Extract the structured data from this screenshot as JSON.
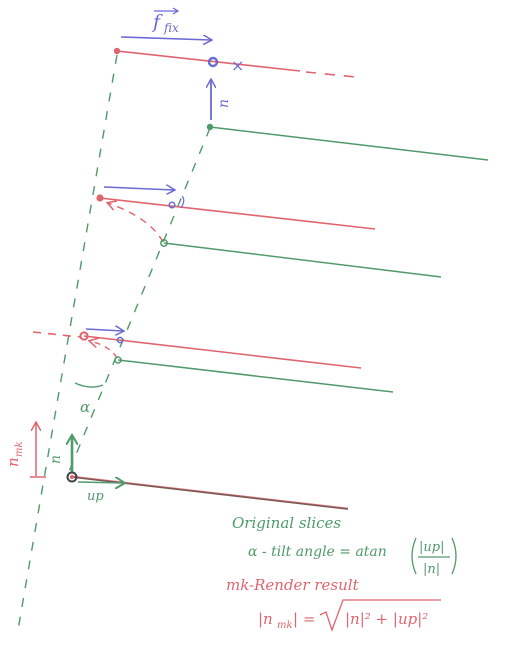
{
  "colors": {
    "red": "#e0646e",
    "green": "#4f9a6a",
    "blue": "#6a6ad6",
    "dark": "#444444",
    "background": "#ffffff"
  },
  "labels": {
    "f_fix": "f",
    "f_fix_sub": "fix",
    "n": "n",
    "n_mk": "n",
    "n_mk_sub": "mk",
    "up": "up",
    "alpha": "α",
    "cross": "×"
  },
  "notes": {
    "line1": "Original slices",
    "line2": "α - tilt angle = atan",
    "frac_num": "|up|",
    "frac_den": "|n|",
    "line3": "mk-Render result",
    "formula_lhs": "|n",
    "formula_lhs_sub": "mk",
    "formula_eq": "| =",
    "formula_rhs": "|n|² + |up|²"
  }
}
